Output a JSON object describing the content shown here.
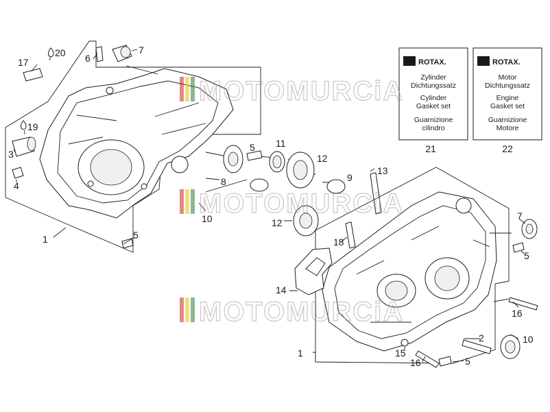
{
  "watermark": {
    "text": "MOTOMURCiA",
    "stripe_colors": [
      "#c62828",
      "#e8c21a",
      "#2e7d32"
    ]
  },
  "kits": [
    {
      "brand": "ROTAX.",
      "lines": [
        "Zylinder",
        "Dichtungssatz",
        "Cylinder",
        "Gasket set",
        "Guarnizione",
        "cilindro"
      ],
      "number": "21"
    },
    {
      "brand": "ROTAX.",
      "lines": [
        "Motor",
        "Dichtungssatz",
        "Engine",
        "Gasket set",
        "Guarnizione",
        "Motore"
      ],
      "number": "22"
    }
  ],
  "callouts": {
    "left_case": "1",
    "left_dowel_bottom": "5",
    "left_pin_6": "6",
    "left_seal_7": "7",
    "left_plug_3": "3",
    "left_plug_4": "4",
    "left_fitting_17": "17",
    "left_drop_19": "19",
    "left_drop_20": "20",
    "dowel_mid_5": "5",
    "bearing_8": "8",
    "seal_11": "11",
    "bearing_12_top": "12",
    "bearing_9": "9",
    "bearing_10_mid": "10",
    "bearing_12_low": "12",
    "stud_13": "13",
    "stud_18": "18",
    "gasket_14": "14",
    "right_case": "1",
    "right_seal_7": "7",
    "right_dowel_5_top": "5",
    "right_bolt_16": "16",
    "right_pin_2": "2",
    "right_seal_10": "10",
    "right_dowel_5_bottom": "5",
    "right_bolt_16_bottom": "16",
    "right_washer_15": "15"
  },
  "colors": {
    "ink": "#1a1a1a",
    "stripe_red": "#c62828",
    "stripe_yellow": "#e8c21a",
    "stripe_green": "#2e7d32"
  }
}
